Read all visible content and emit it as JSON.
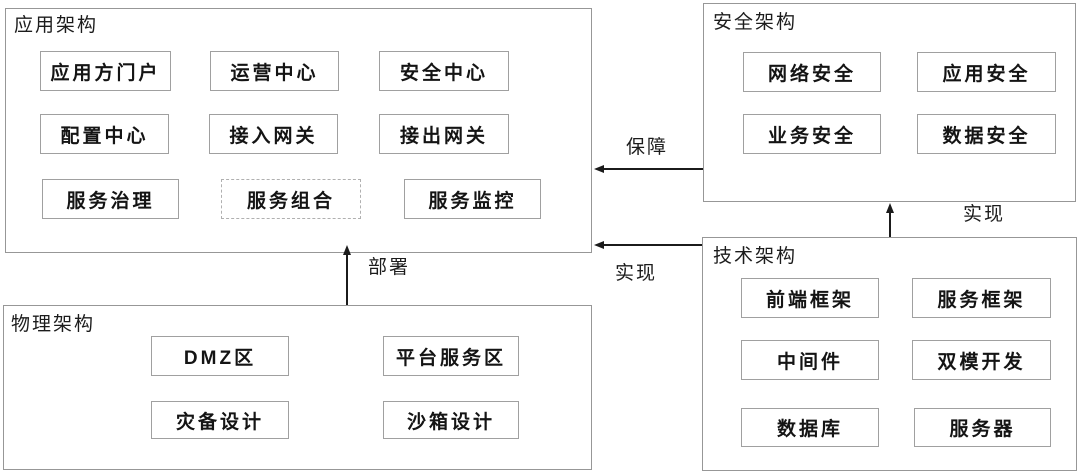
{
  "groups": {
    "application": {
      "title": "应用架构",
      "items": [
        "应用方门户",
        "运营中心",
        "安全中心",
        "配置中心",
        "接入网关",
        "接出网关",
        "服务治理",
        "服务组合",
        "服务监控"
      ]
    },
    "security": {
      "title": "安全架构",
      "items": [
        "网络安全",
        "应用安全",
        "业务安全",
        "数据安全"
      ]
    },
    "technology": {
      "title": "技术架构",
      "items": [
        "前端框架",
        "服务框架",
        "中间件",
        "双模开发",
        "数据库",
        "服务器"
      ]
    },
    "physical": {
      "title": "物理架构",
      "items": [
        "DMZ区",
        "平台服务区",
        "灾备设计",
        "沙箱设计"
      ]
    }
  },
  "arrows": {
    "guarantee": {
      "label": "保障",
      "from": "安全架构",
      "to": "应用架构"
    },
    "realize_app": {
      "label": "实现",
      "from": "技术架构",
      "to": "应用架构"
    },
    "realize_security": {
      "label": "实现",
      "from": "技术架构",
      "to": "安全架构"
    },
    "deploy": {
      "label": "部署",
      "from": "物理架构",
      "to": "应用架构"
    }
  },
  "colors": {
    "background": "#ffffff",
    "group_border": "#979797",
    "item_border": "#a0a0a0",
    "dashed_item_border": "#b0b0b0",
    "text": "#141414",
    "arrow": "#1b1b1b"
  }
}
